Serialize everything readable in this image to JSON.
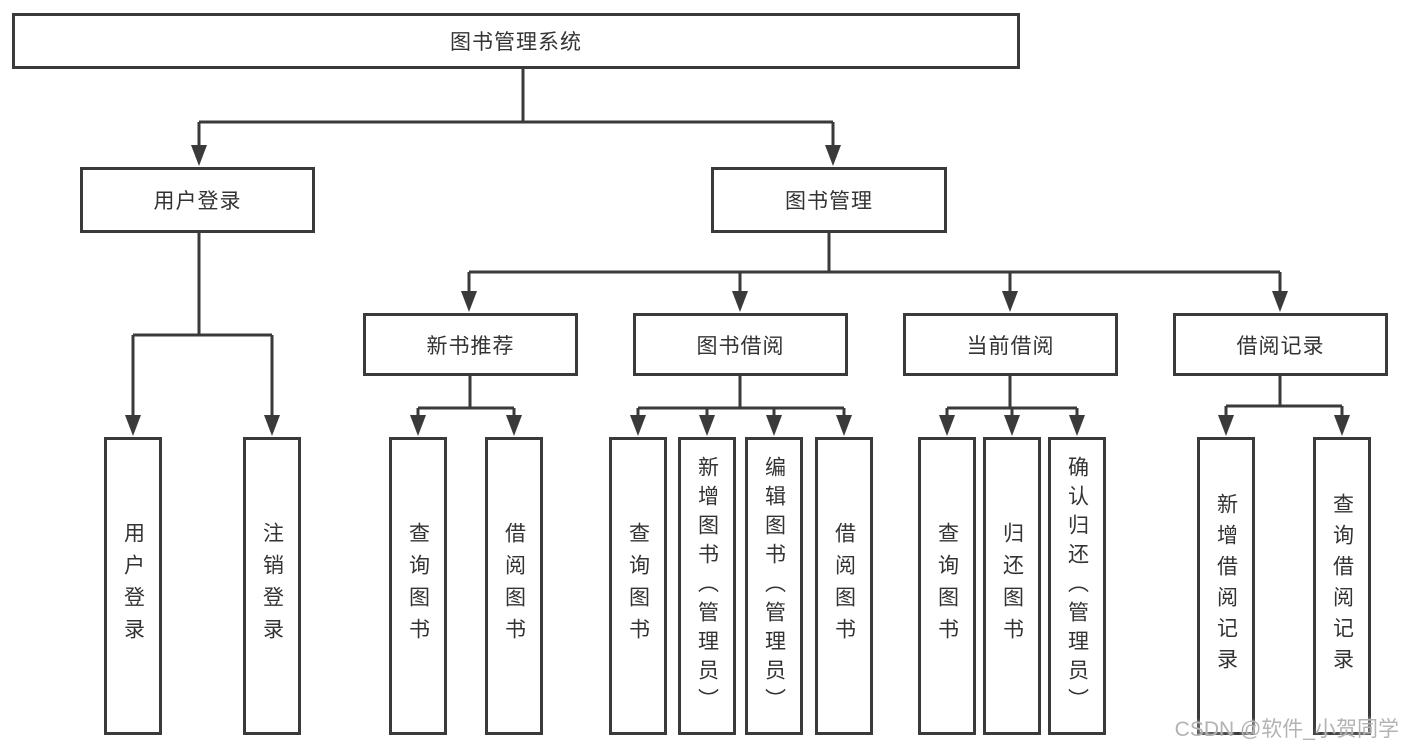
{
  "title": "图书管理系统",
  "nodes": {
    "root": "图书管理系统",
    "user_login": "用户登录",
    "book_management": "图书管理",
    "new_book_recommend": "新书推荐",
    "book_borrowing": "图书借阅",
    "current_borrowing": "当前借阅",
    "borrowing_records": "借阅记录",
    "login_children": [
      "用户登录",
      "注销登录"
    ],
    "recommend_children": [
      "查询图书",
      "借阅图书"
    ],
    "borrowing_children": [
      "查询图书",
      "新增图书（管理员）",
      "编辑图书（管理员）",
      "借阅图书"
    ],
    "current_children": [
      "查询图书",
      "归还图书",
      "确认归还（管理员）"
    ],
    "records_children": [
      "新增借阅记录",
      "查询借阅记录"
    ]
  },
  "watermark": {
    "text": "CSDN @软件_小贺同学"
  },
  "colors": {
    "line": "#3a3a3a",
    "text": "#333333",
    "watermark": "#b3b3b3",
    "background": "#ffffff"
  }
}
